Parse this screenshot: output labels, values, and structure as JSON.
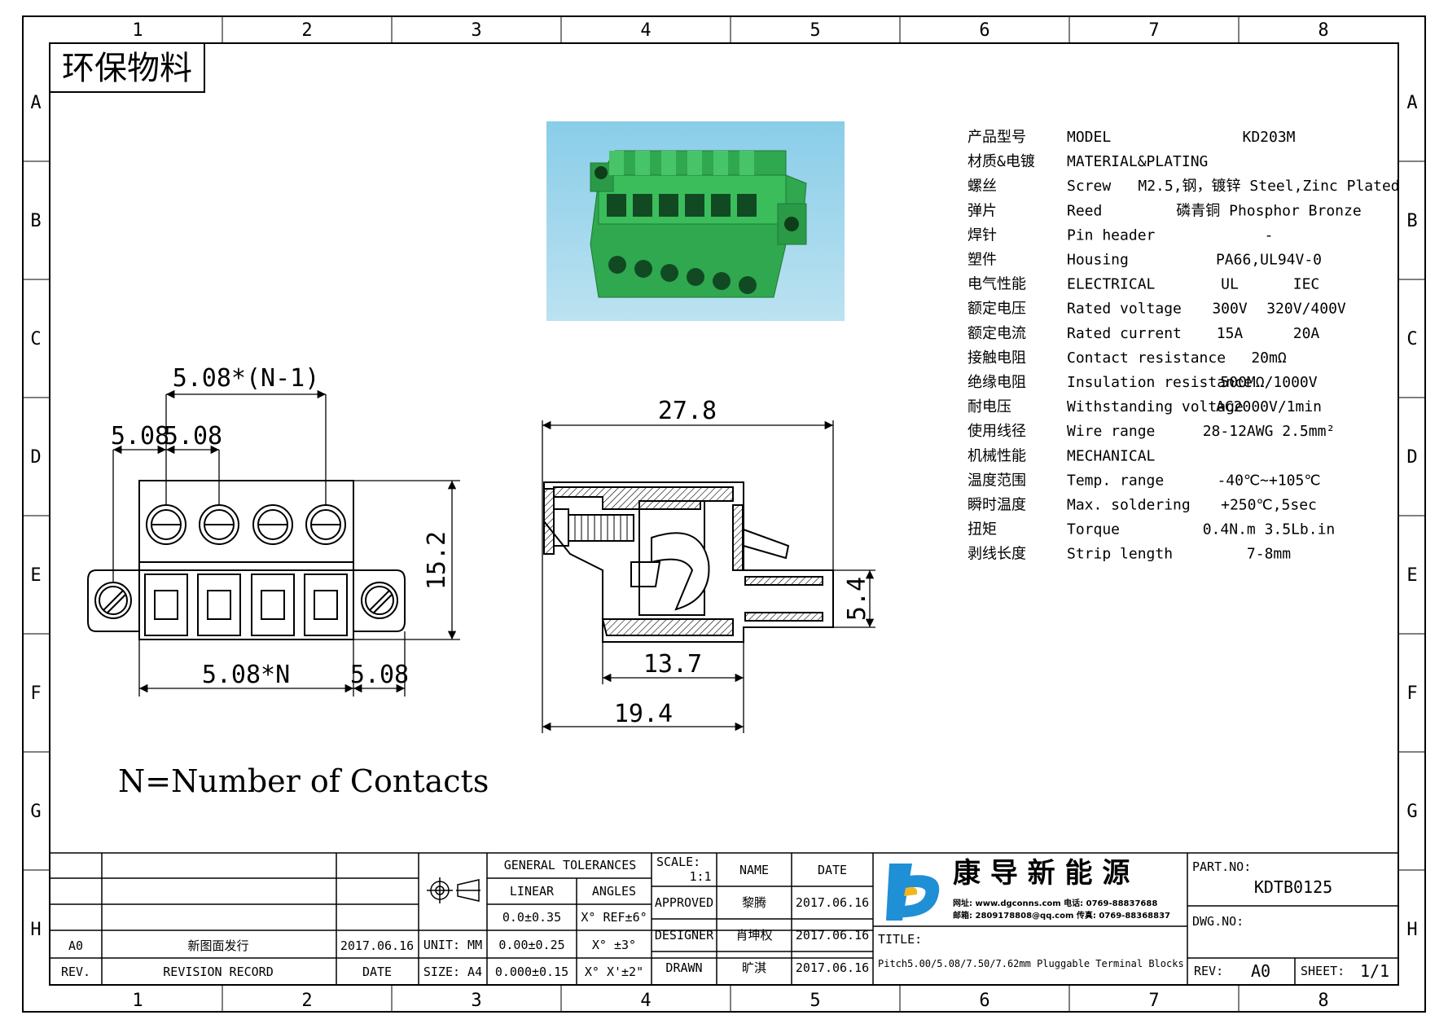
{
  "frame": {
    "columns": [
      "1",
      "2",
      "3",
      "4",
      "5",
      "6",
      "7",
      "8"
    ],
    "rows": [
      "A",
      "B",
      "C",
      "D",
      "E",
      "F",
      "G",
      "H"
    ]
  },
  "stamp": "环保物料",
  "spec_table": [
    {
      "cn": "产品型号",
      "en": "MODEL",
      "v1": "KD203M",
      "v2": ""
    },
    {
      "cn": "材质&电镀",
      "en": "MATERIAL&PLATING",
      "v1": "",
      "v2": ""
    },
    {
      "cn": "螺丝",
      "en": "Screw",
      "v1": "M2.5,钢，镀锌 Steel,Zinc Plated",
      "v2": ""
    },
    {
      "cn": "弹片",
      "en": "Reed",
      "v1": "磷青铜 Phosphor Bronze",
      "v2": ""
    },
    {
      "cn": "焊针",
      "en": "Pin header",
      "v1": "-",
      "v2": ""
    },
    {
      "cn": "塑件",
      "en": "Housing",
      "v1": "PA66,UL94V-0",
      "v2": ""
    },
    {
      "cn": "电气性能",
      "en": "ELECTRICAL",
      "v1": "UL",
      "v2": "IEC"
    },
    {
      "cn": "额定电压",
      "en": "Rated voltage",
      "v1": "300V",
      "v2": "320V/400V"
    },
    {
      "cn": "额定电流",
      "en": "Rated current",
      "v1": "15A",
      "v2": "20A"
    },
    {
      "cn": "接触电阻",
      "en": "Contact resistance",
      "v1": "20mΩ",
      "v2": ""
    },
    {
      "cn": "绝缘电阻",
      "en": "Insulation resistance",
      "v1": "500MΩ/1000V",
      "v2": ""
    },
    {
      "cn": "耐电压",
      "en": "Withstanding voltage",
      "v1": "AC2000V/1min",
      "v2": ""
    },
    {
      "cn": "使用线径",
      "en": "Wire range",
      "v1": "28-12AWG 2.5mm²",
      "v2": ""
    },
    {
      "cn": "机械性能",
      "en": "MECHANICAL",
      "v1": "",
      "v2": ""
    },
    {
      "cn": "温度范围",
      "en": "Temp. range",
      "v1": "-40℃~+105℃",
      "v2": ""
    },
    {
      "cn": "瞬时温度",
      "en": "Max. soldering",
      "v1": "+250℃,5sec",
      "v2": ""
    },
    {
      "cn": "扭矩",
      "en": "Torque",
      "v1": "0.4N.m 3.5Lb.in",
      "v2": ""
    },
    {
      "cn": "剥线长度",
      "en": "Strip length",
      "v1": "7-8mm",
      "v2": ""
    }
  ],
  "dims": {
    "pitch_n1": "5.08*(N-1)",
    "pitch_a": "5.08",
    "pitch_b": "5.08",
    "height": "15.2",
    "width_n": "5.08*N",
    "flange": "5.08",
    "side_width": "27.8",
    "side_height": "5.4",
    "side_inner": "13.7",
    "side_depth": "19.4"
  },
  "note": "N=Number of Contacts",
  "title_block": {
    "tolerance_header": "GENERAL TOLERANCES",
    "linear": "LINEAR",
    "angles": "ANGLES",
    "lin1": "0.0±0.35",
    "ang1": "X° REF±6°",
    "lin2": "0.00±0.25",
    "ang2": "X° ±3°",
    "lin3": "0.000±0.15",
    "ang3": "X° X'±2\"",
    "unit": "UNIT: MM",
    "size": "SIZE: A4",
    "scale_label": "SCALE:",
    "scale_value": "1:1",
    "name_hdr": "NAME",
    "date_hdr": "DATE",
    "approved": "APPROVED",
    "approved_name": "黎腾",
    "approved_date": "2017.06.16",
    "designer": "DESIGNER",
    "designer_name": "肖坤权",
    "designer_date": "2017.06.16",
    "drawn": "DRAWN",
    "drawn_name": "旷淇",
    "drawn_date": "2017.06.16",
    "rev_a0": "A0",
    "rev_record_text": "新图面发行",
    "rev_date": "2017.06.16",
    "rev_hdr": "REV.",
    "rev_record_hdr": "REVISION RECORD",
    "date_hdr2": "DATE",
    "company": "康 导 新 能 源",
    "company_line1": "网址: www.dgconns.com  电话: 0769-88837688",
    "company_line2": "邮箱: 2809178808@qq.com 传真: 0769-88368837",
    "title_label": "TITLE:",
    "title_text": "Pitch5.00/5.08/7.50/7.62mm Pluggable Terminal Blocks",
    "part_no_label": "PART.NO:",
    "part_no": "KDTB0125",
    "dwg_no_label": "DWG.NO:",
    "rev_label": "REV:",
    "rev_value": "A0",
    "sheet_label": "SHEET:",
    "sheet_value": "1/1"
  },
  "colors": {
    "connector_green": "#2fa84f",
    "photo_bg": "#9ed6ec",
    "logo_blue": "#1f8fd6",
    "logo_yellow": "#f2b51c"
  }
}
